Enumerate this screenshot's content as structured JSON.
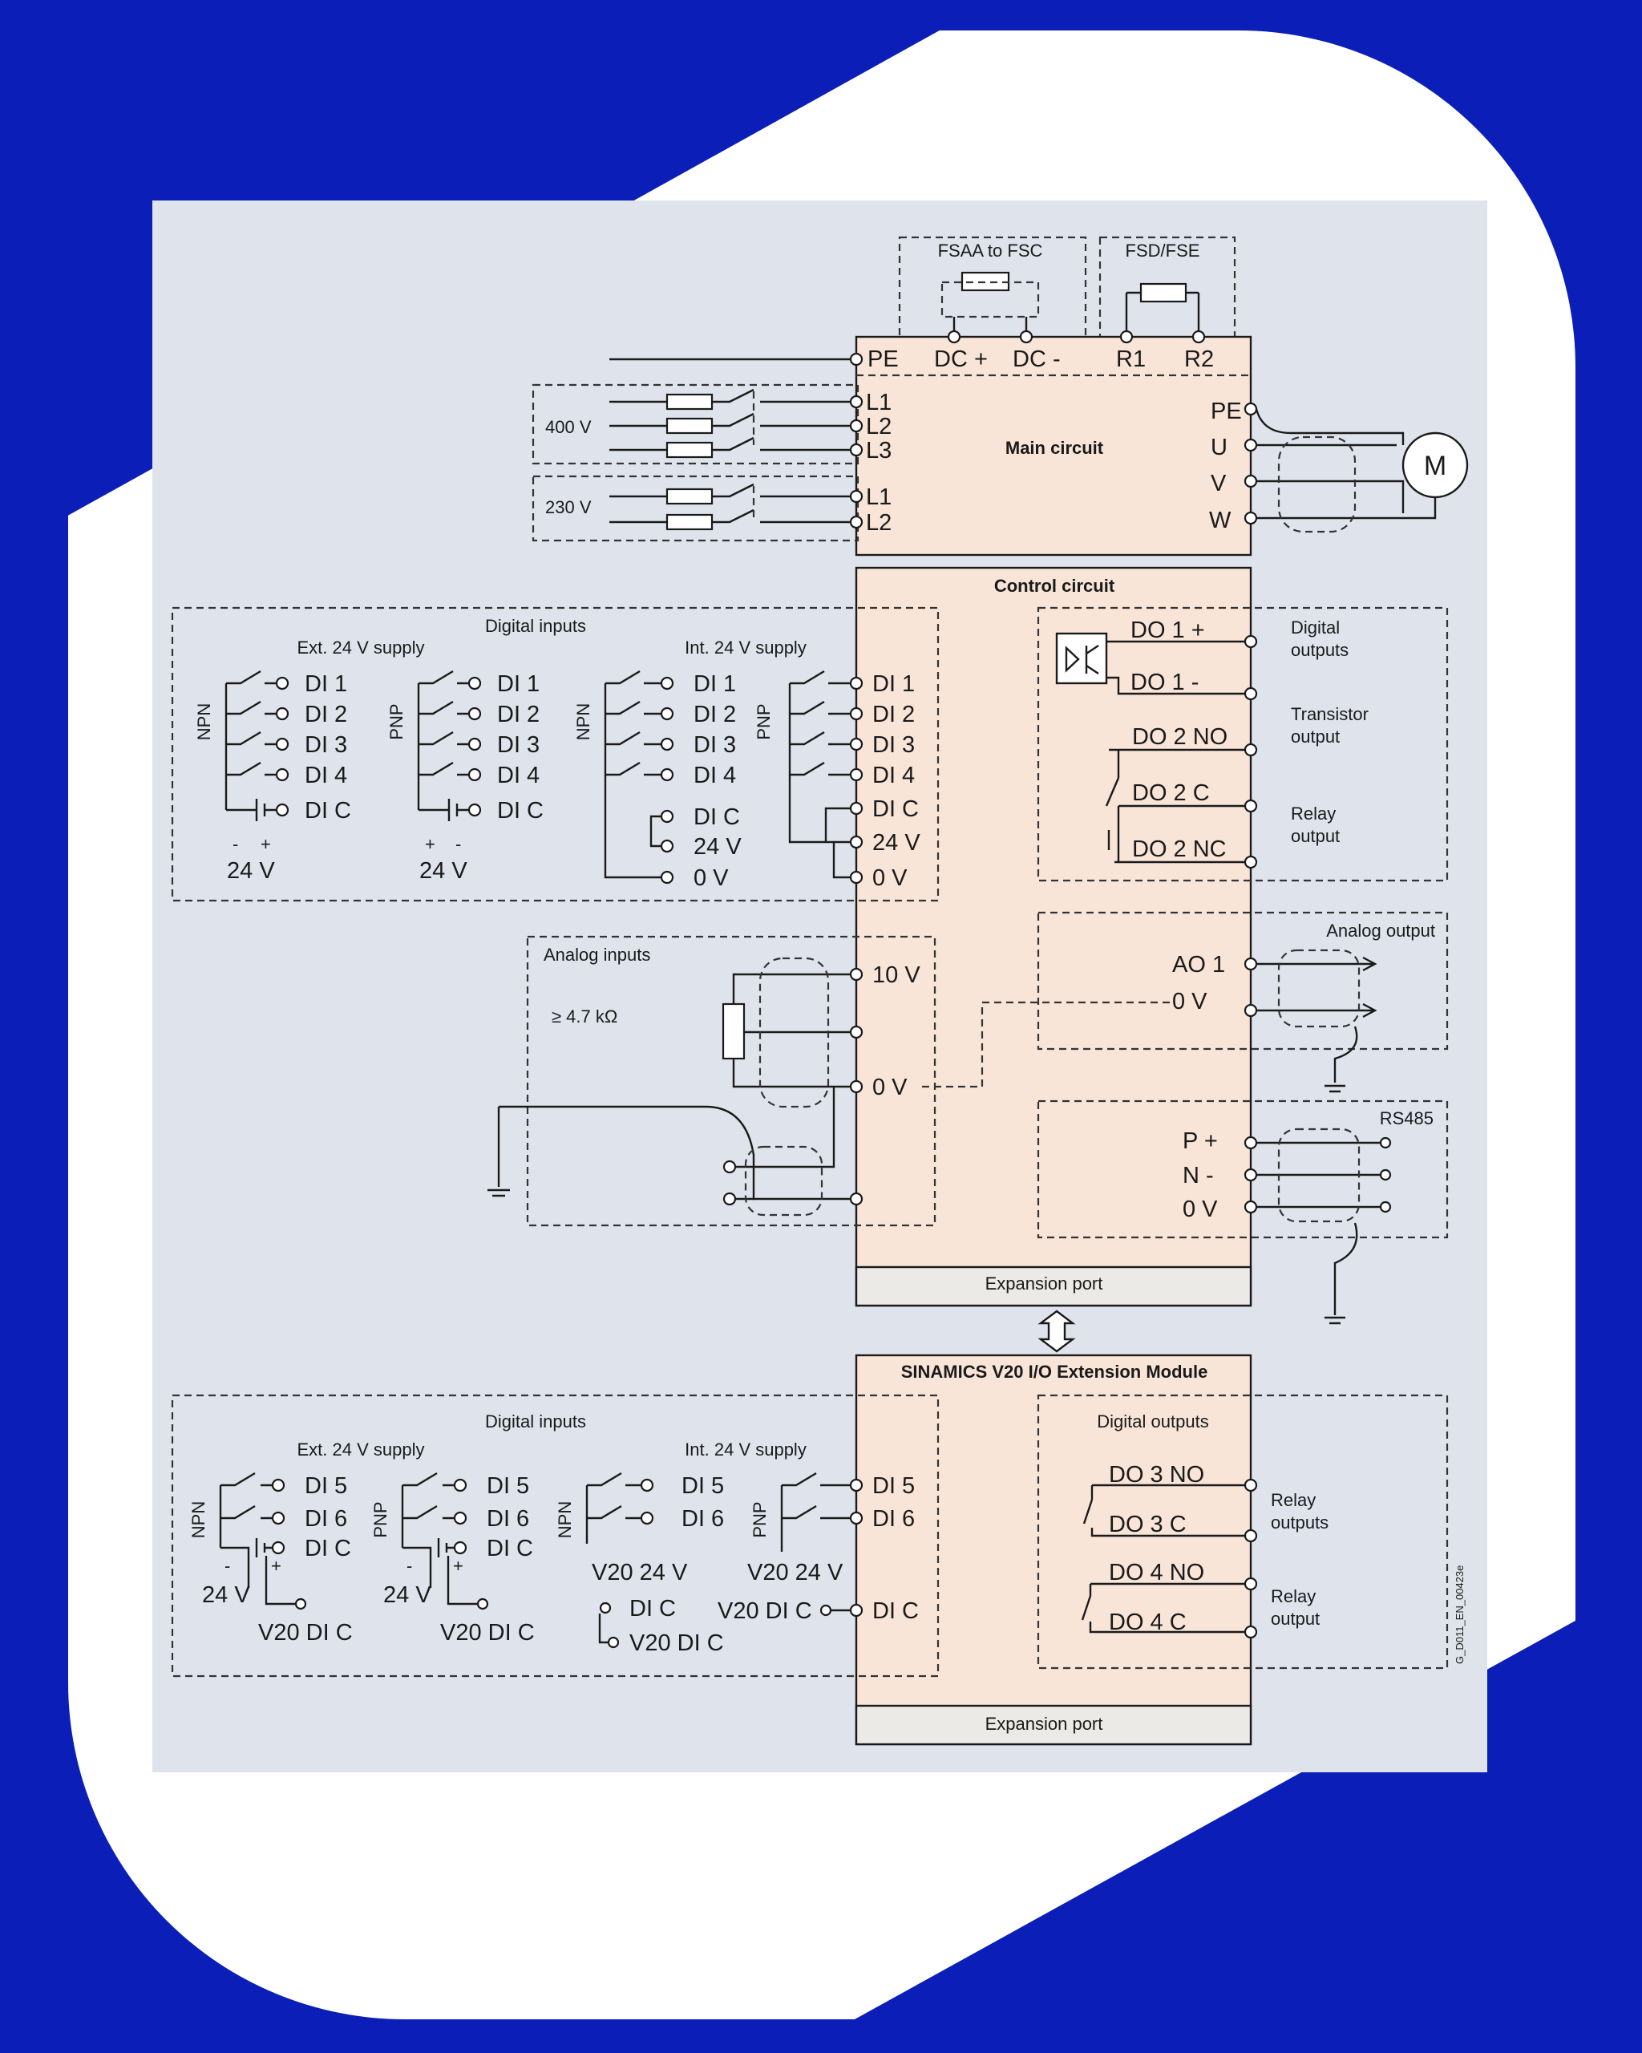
{
  "colors": {
    "frame": "#0b1fb8",
    "card": "#ffffff",
    "diagram_bg": "#dfe4ec",
    "module": "#f8e5d8",
    "footer": "#eceae6"
  },
  "braking": {
    "fsaa": "FSAA to FSC",
    "fsd": "FSD/FSE"
  },
  "main": {
    "pe": "PE",
    "dcp": "DC +",
    "dcm": "DC -",
    "r1": "R1",
    "r2": "R2",
    "title": "Main circuit",
    "l1": "L1",
    "l2": "L2",
    "l3": "L3",
    "v400": "400 V",
    "v230": "230 V",
    "out_pe": "PE",
    "u": "U",
    "v": "V",
    "w": "W",
    "motor": "M"
  },
  "control": {
    "title": "Control circuit",
    "expansion": "Expansion port"
  },
  "di": {
    "title": "Digital inputs",
    "ext": "Ext. 24 V supply",
    "int": "Int. 24 V supply",
    "npn": "NPN",
    "pnp": "PNP",
    "di1": "DI 1",
    "di2": "DI 2",
    "di3": "DI 3",
    "di4": "DI 4",
    "dic": "DI C",
    "v24": "24 V",
    "v0": "0 V",
    "minus": "-",
    "plus": "+"
  },
  "do": {
    "do1p": "DO 1 +",
    "do1m": "DO 1 -",
    "do2no": "DO 2 NO",
    "do2c": "DO 2 C",
    "do2nc": "DO 2 NC",
    "digital_outputs": "Digital\noutputs",
    "transistor": "Transistor\noutput",
    "relay": "Relay\noutput"
  },
  "ai": {
    "title": "Analog inputs",
    "res": "≥ 4.7 kΩ",
    "v10": "10 V",
    "v0": "0 V"
  },
  "ao": {
    "title": "Analog output",
    "ao1": "AO 1",
    "v0": "0 V"
  },
  "rs485": {
    "title": "RS485",
    "p": "P +",
    "n": "N -",
    "v0": "0 V"
  },
  "ext": {
    "title": "SINAMICS V20 I/O Extension Module",
    "di_title": "Digital inputs",
    "ext": "Ext. 24 V supply",
    "int": "Int. 24 V supply",
    "di5": "DI 5",
    "di6": "DI 6",
    "dic": "DI C",
    "v24": "24 V",
    "v20_24": "V20 24 V",
    "v20dic": "V20 DI C",
    "do_title": "Digital outputs",
    "do3no": "DO  3 NO",
    "do3c": "DO  3 C",
    "do4no": "DO 4 NO",
    "do4c": "DO 4 C",
    "relay_outputs": "Relay\noutputs",
    "relay_output": "Relay\noutput",
    "expansion": "Expansion port"
  },
  "code": "G_D011_EN_00423e"
}
